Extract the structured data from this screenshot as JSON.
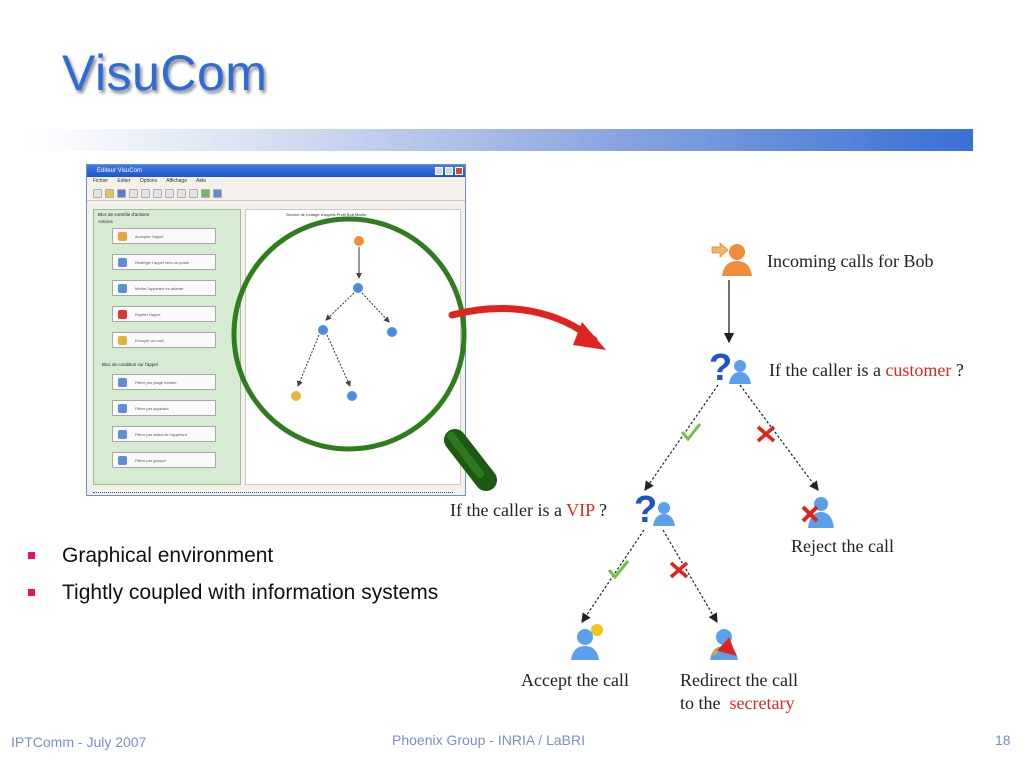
{
  "slide": {
    "title": "VisuCom",
    "bullets": [
      "Graphical environment",
      "Tightly coupled with information systems"
    ],
    "footer": {
      "left": "IPTComm - July 2007",
      "center": "Phoenix Group  - INRIA / LaBRI",
      "page": "18"
    }
  },
  "colors": {
    "title": "#2f6bd8",
    "bullet": "#e8106c",
    "footer": "#7a8fc4",
    "accent_red": "#d62a23",
    "magnifier_green": "#2f7d1f"
  },
  "diagram": {
    "incoming": "Incoming  calls for Bob",
    "customer_q": {
      "prefix": "If the caller is a ",
      "highlight": "customer",
      "suffix": " ?"
    },
    "vip_q": {
      "prefix": "If the caller is a ",
      "highlight": "VIP",
      "suffix": " ?"
    },
    "reject": "Reject the call",
    "accept": "Accept the call",
    "redirect_line1": "Redirect the call",
    "redirect_line2_prefix": "to the  ",
    "redirect_highlight": "secretary"
  },
  "screenshot": {
    "window_title": "Editeur VisuCom",
    "menu": [
      "Fichier",
      "Editer",
      "Options",
      "Affichage",
      "Aide"
    ],
    "palette_title": "Bloc de contrôle d'actions",
    "palette_subtitle": "Actions",
    "palette_items": [
      "Accepter l'appel",
      "Rediriger l'appel vers un poste",
      "Mettre l'appelant en attente",
      "Rejeter l'appel",
      "Envoyer un mail"
    ],
    "palette2_title": "Bloc de condition sur l'appel",
    "palette2_items": [
      "Filtrer par plage horaire",
      "Filtrer par appelant",
      "Filtrer par statut de l'appelant",
      "Filtrer par groupe"
    ],
    "canvas_header": "Service de routage d'appels     Profil     Bob Martin",
    "icons": [
      "new-icon",
      "open-icon",
      "save-icon",
      "undo-icon",
      "redo-icon",
      "copy-icon",
      "paste-icon",
      "select-icon",
      "link-icon",
      "run-icon",
      "help-icon"
    ]
  }
}
